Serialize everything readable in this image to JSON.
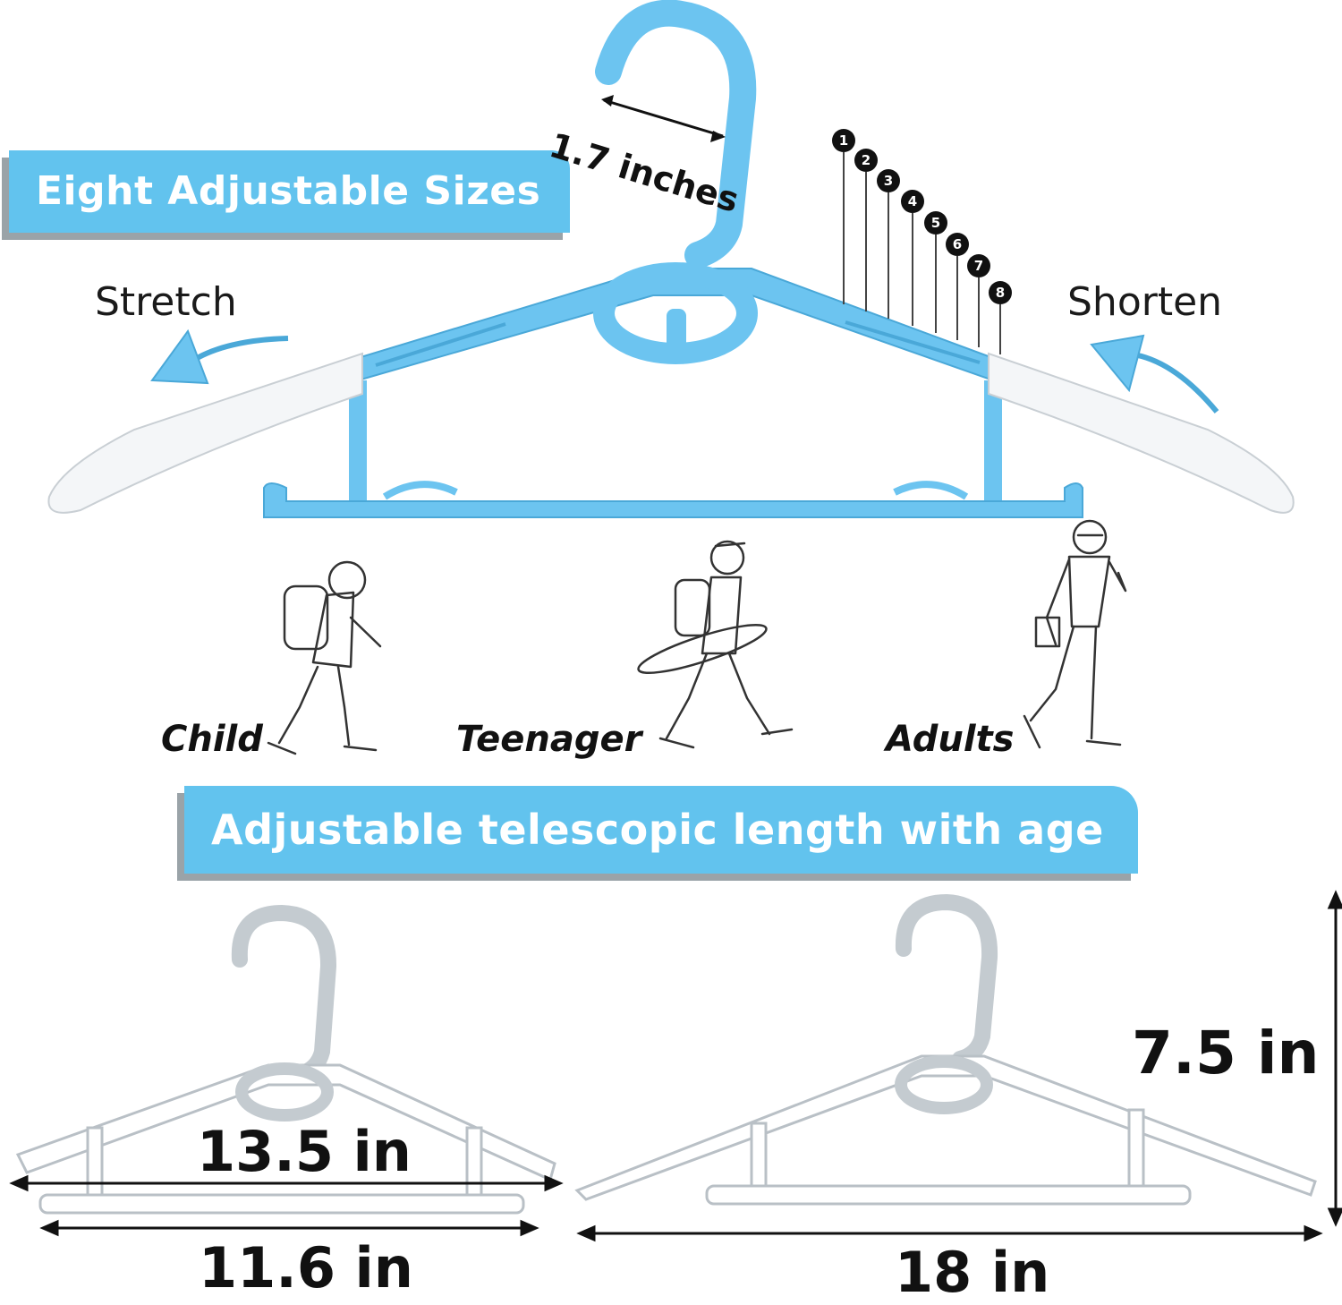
{
  "banners": {
    "top": "Eight Adjustable Sizes",
    "middle": "Adjustable telescopic length with age"
  },
  "hook_width_label": "1.7 inches",
  "arrows": {
    "stretch": "Stretch",
    "shorten": "Shorten"
  },
  "size_markers": [
    "1",
    "2",
    "3",
    "4",
    "5",
    "6",
    "7",
    "8"
  ],
  "ages": {
    "child": "Child",
    "teenager": "Teenager",
    "adults": "Adults"
  },
  "dimensions": {
    "small_shoulder": "13.5 in",
    "small_bar": "11.6 in",
    "large_width": "18 in",
    "height": "7.5 in"
  },
  "colors": {
    "accent_blue": "#62c3ee",
    "hanger_blue": "#6cc4f0",
    "shadow_grey": "#9aa3a8"
  }
}
